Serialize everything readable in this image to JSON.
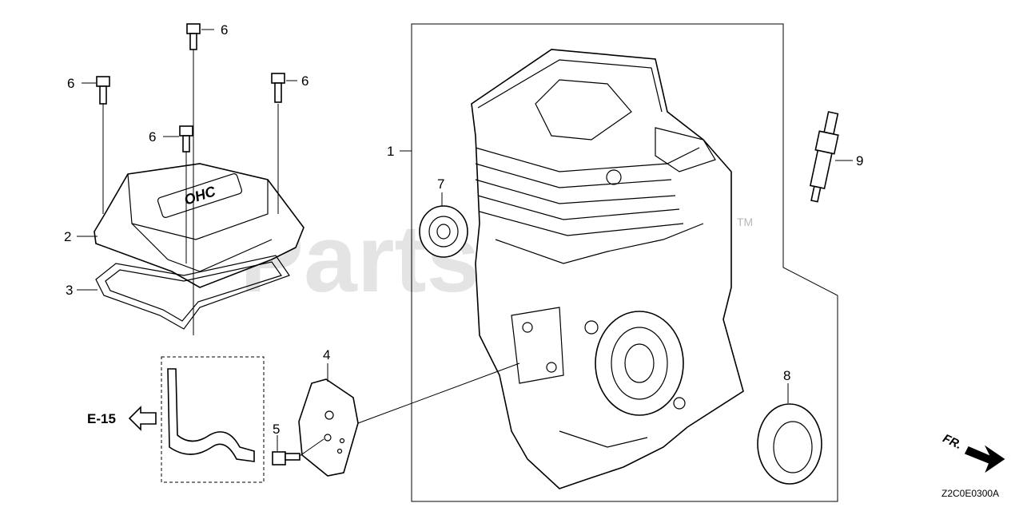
{
  "watermark": {
    "text": "PartsTree",
    "trademark": "TM"
  },
  "callouts": {
    "c1": "1",
    "c2": "2",
    "c3": "3",
    "c4": "4",
    "c5": "5",
    "c6a": "6",
    "c6b": "6",
    "c6c": "6",
    "c6d": "6",
    "c7": "7",
    "c8": "8",
    "c9": "9"
  },
  "reference": {
    "label": "E-15"
  },
  "orientation": {
    "label": "FR."
  },
  "diagram_code": "Z2C0E0300A",
  "cover_emblem": "OHC",
  "colors": {
    "line": "#000000",
    "watermark": "#cfcfcf",
    "background": "#ffffff"
  },
  "icons": [
    "bolt-icon",
    "arrow-left-icon",
    "arrow-front-icon",
    "spark-plug-icon"
  ]
}
